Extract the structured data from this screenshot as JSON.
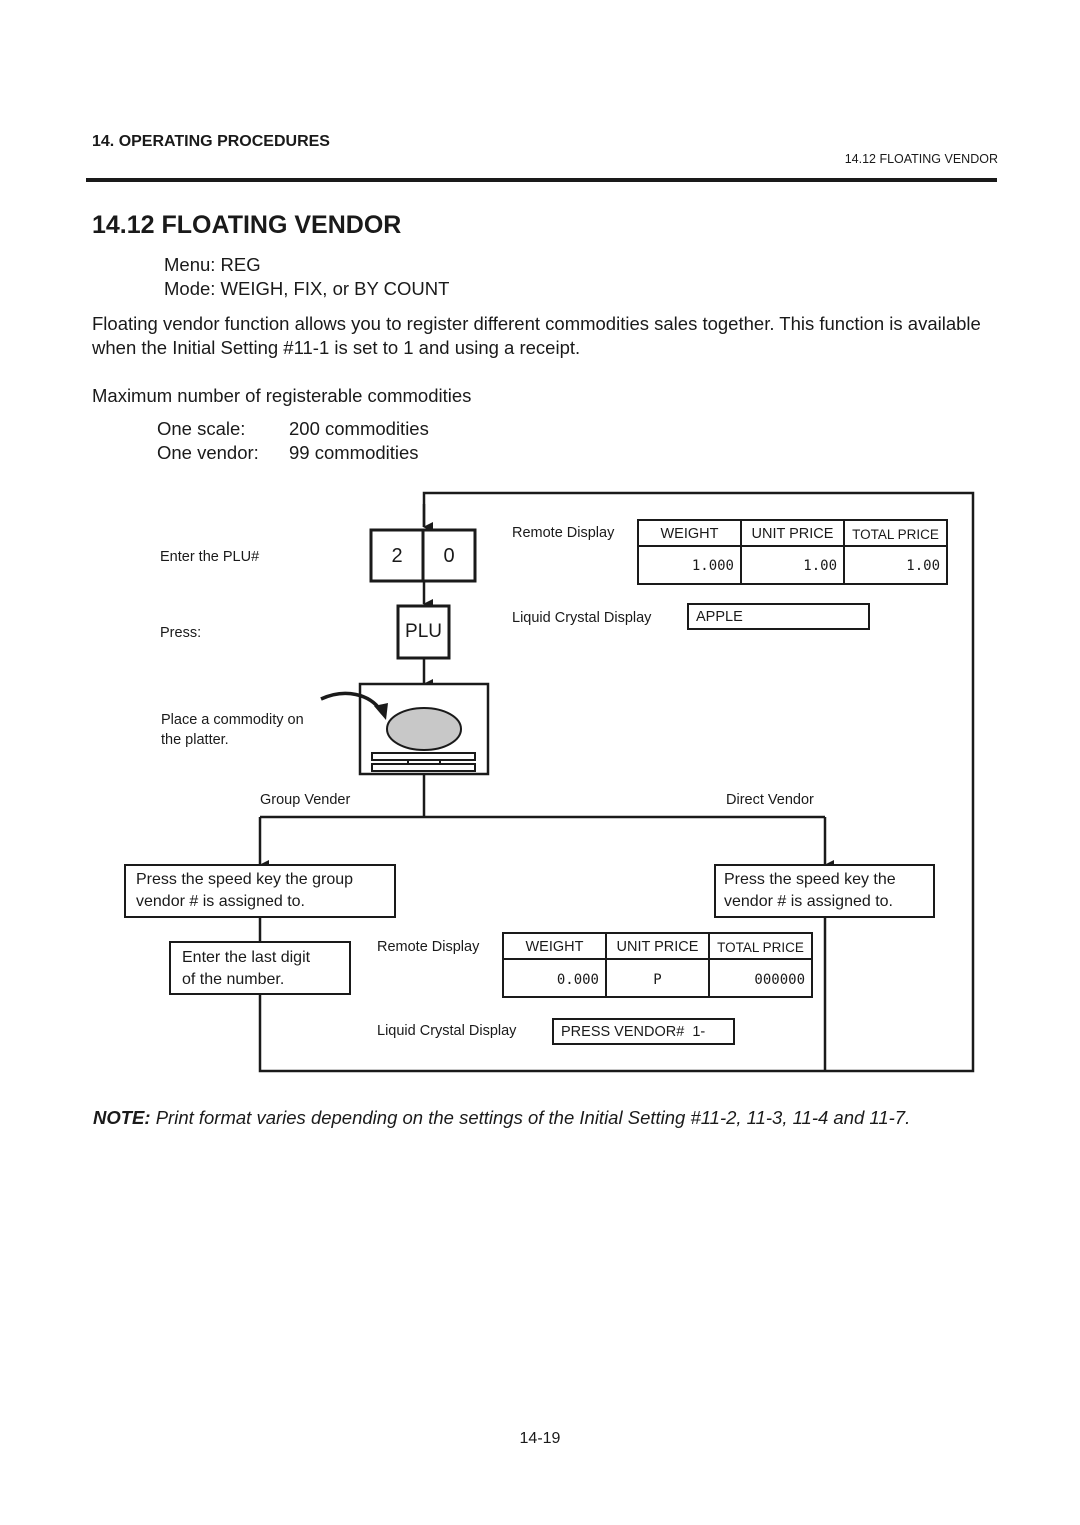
{
  "header": {
    "chapter": "14. OPERATING PROCEDURES",
    "section": "14.12 FLOATING VENDOR"
  },
  "title": "14.12 FLOATING VENDOR",
  "menu_line": "Menu: REG",
  "mode_line": "Mode: WEIGH, FIX, or BY COUNT",
  "paragraph": "Floating vendor function allows you to register different commodities sales together.  This function is available when the Initial Setting #11-1 is set to 1 and using a receipt.",
  "max_heading": "Maximum number of registerable commodities",
  "limits": [
    {
      "label": "One scale:",
      "value": "200 commodities"
    },
    {
      "label": "One vendor:",
      "value": "99 commodities"
    }
  ],
  "diagram": {
    "step1_label": "Enter the PLU#",
    "plu_digits": [
      "2",
      "0"
    ],
    "step2_label": "Press:",
    "plu_key": "PLU",
    "step3_label_line1": "Place a commodity on",
    "step3_label_line2": "the platter.",
    "remote_display_label": "Remote Display",
    "lcd_label": "Liquid Crystal Display",
    "columns": [
      "WEIGHT",
      "UNIT PRICE",
      "TOTAL PRICE"
    ],
    "display1_values": [
      "1.000",
      "1.00",
      "1.00"
    ],
    "lcd1_text": "APPLE",
    "group_label": "Group Vender",
    "direct_label": "Direct Vendor",
    "group_box_line1": "Press the speed key the group",
    "group_box_line2": "vendor # is assigned to.",
    "direct_box_line1": "Press the speed key the",
    "direct_box_line2": "vendor # is assigned to.",
    "digit_box_line1": "Enter the last digit",
    "digit_box_line2": "of the number.",
    "display2_values": [
      "0.000",
      "P",
      "000000"
    ],
    "lcd2_text": "PRESS VENDOR#  1-"
  },
  "note_label": "NOTE:",
  "note_text": "Print format varies depending on the settings of the Initial Setting #11-2, 11-3, 11-4 and 11-7.",
  "page_number": "14-19",
  "colors": {
    "ink": "#1a1a1a",
    "commodity_fill": "#c8c8c8"
  }
}
